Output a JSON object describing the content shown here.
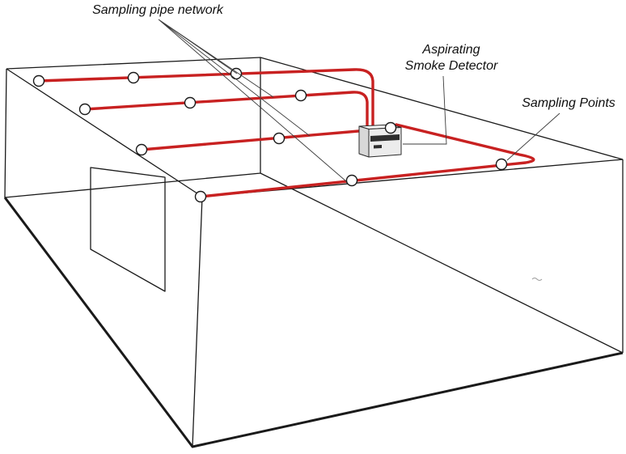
{
  "labels": {
    "pipe_network": "Sampling pipe network",
    "detector_line1": "Aspirating",
    "detector_line2": "Smoke Detector",
    "sampling_points": "Sampling Points"
  },
  "colors": {
    "pipe_red": "#c82121",
    "line_black": "#1a1a1a",
    "leader_gray": "#3c3c3c",
    "point_fill": "#ffffff",
    "detector_top": "#f7f7f7",
    "detector_front": "#ececec",
    "detector_side": "#d8d8d8",
    "detector_band": "#2e2e2e",
    "background": "#ffffff"
  },
  "sampling_points": {
    "count": 12
  }
}
